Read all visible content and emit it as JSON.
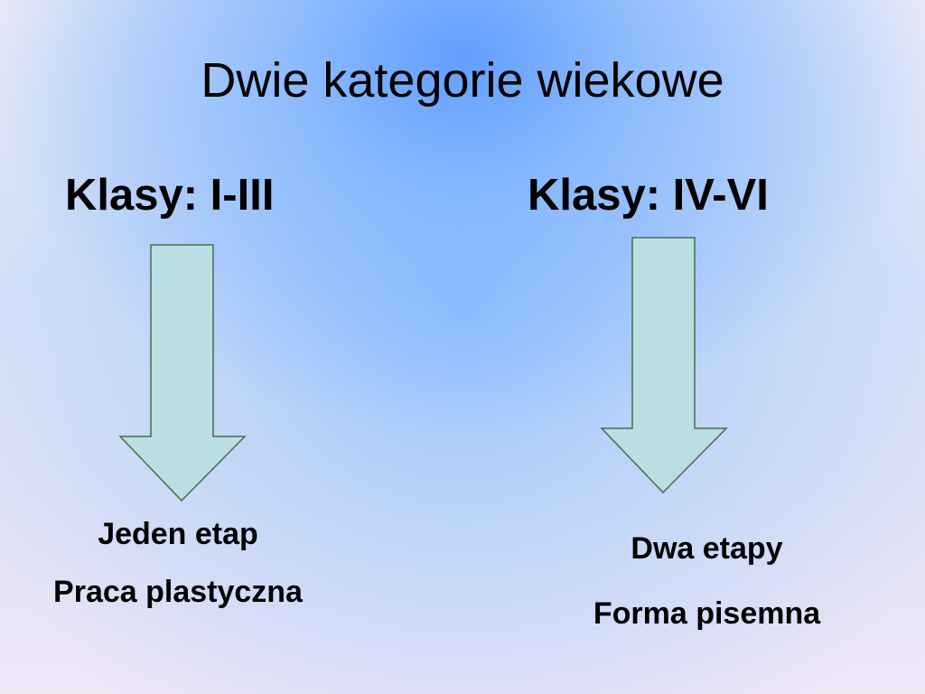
{
  "slide": {
    "title": "Dwie kategorie wiekowe"
  },
  "left_column": {
    "heading": "Klasy: I-III",
    "lines": [
      "Jeden etap",
      "Praca plastyczna"
    ]
  },
  "right_column": {
    "heading": "Klasy: IV-VI",
    "lines": [
      "Dwa etapy",
      "Forma pisemna"
    ]
  },
  "colors": {
    "arrow_fill": "#b9dfe2",
    "arrow_stroke": "#4a6b4a"
  },
  "icons": [
    "down-arrow-icon",
    "down-arrow-icon"
  ]
}
